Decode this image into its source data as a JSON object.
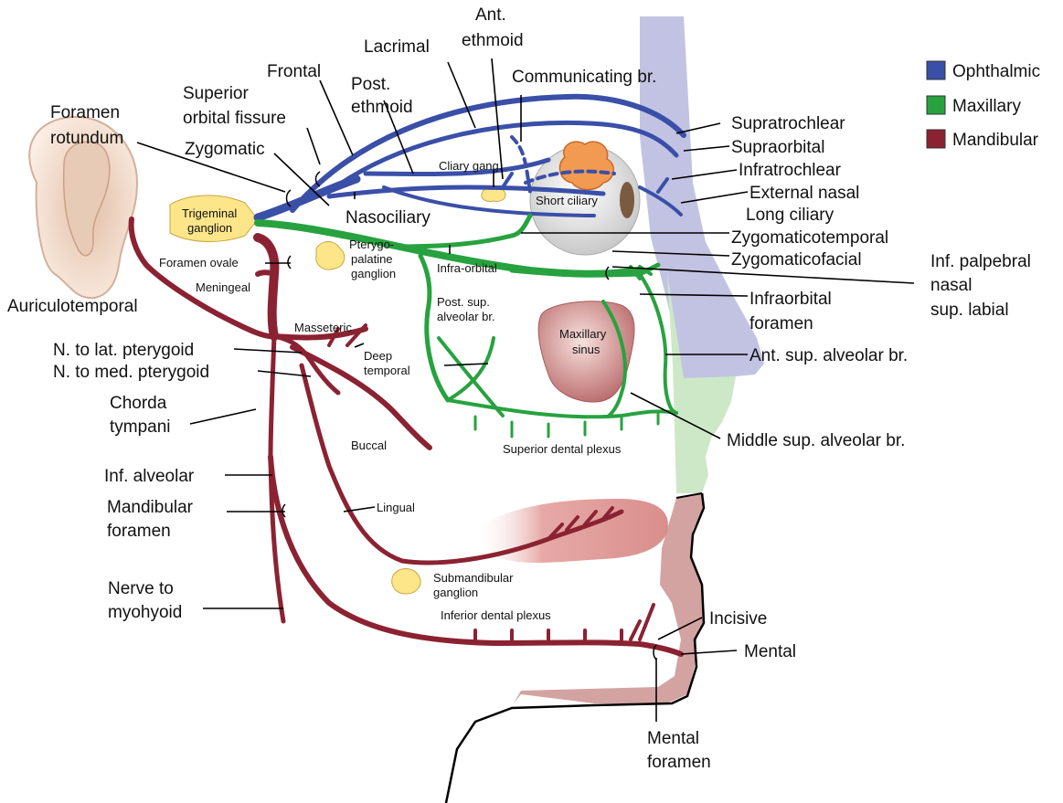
{
  "legend": [
    {
      "label": "Ophthalmic",
      "color": "#3a4fa8"
    },
    {
      "label": "Maxillary",
      "color": "#27a23f"
    },
    {
      "label": "Mandibular",
      "color": "#8b2232"
    }
  ],
  "labels": {
    "ant_ethmoid_1": "Ant.",
    "ant_ethmoid_2": "ethmoid",
    "lacrimal": "Lacrimal",
    "communicating": "Communicating br.",
    "frontal": "Frontal",
    "post_ethmoid_1": "Post.",
    "post_ethmoid_2": "ethmoid",
    "sup_orbital_fissure_1": "Superior",
    "sup_orbital_fissure_2": "orbital fissure",
    "foramen_rotundum_1": "Foramen",
    "foramen_rotundum_2": "rotundum",
    "zygomatic": "Zygomatic",
    "ciliary_gang": "Cliary gang.",
    "short_ciliary": "Short ciliary",
    "nasociliary": "Nasociliary",
    "trigeminal_1": "Trigeminal",
    "trigeminal_2": "ganglion",
    "supratrochlear": "Supratrochlear",
    "supraorbital": "Supraorbital",
    "infratrochlear": "Infratrochlear",
    "external_nasal": "External nasal",
    "long_ciliary": "Long ciliary",
    "zygomaticotemporal": "Zygomaticotemporal",
    "zygomaticofacial": "Zygomaticofacial",
    "inf_palpebral": "Inf. palpebral",
    "nasal": "nasal",
    "sup_labial": "sup. labial",
    "infraorbital_foramen_1": "Infraorbital",
    "infraorbital_foramen_2": "foramen",
    "ant_sup_alveolar": "Ant. sup. alveolar br.",
    "middle_sup_alveolar": "Middle sup. alveolar br.",
    "foramen_ovale": "Foramen ovale",
    "pterygo_1": "Pterygo-",
    "pterygo_2": "palatine",
    "pterygo_3": "ganglion",
    "infra_orbital": "Infra-orbital",
    "meningeal": "Meningeal",
    "auriculotemporal": "Auriculotemporal",
    "post_sup_alveolar_1": "Post. sup.",
    "post_sup_alveolar_2": "alveolar br.",
    "maxillary_sinus_1": "Maxillary",
    "maxillary_sinus_2": "sinus",
    "masseteric": "Masseteric",
    "deep_temporal_1": "Deep",
    "deep_temporal_2": "temporal",
    "n_lat_pterygoid": "N. to lat. pterygoid",
    "n_med_pterygoid": "N. to med. pterygoid",
    "chorda_1": "Chorda",
    "chorda_2": "tympani",
    "buccal": "Buccal",
    "superior_dental_plexus": "Superior dental plexus",
    "inf_alveolar": "Inf. alveolar",
    "mandibular_foramen_1": "Mandibular",
    "mandibular_foramen_2": "foramen",
    "lingual": "Lingual",
    "submandibular_1": "Submandibular",
    "submandibular_2": "ganglion",
    "nerve_myohyoid_1": "Nerve to",
    "nerve_myohyoid_2": "myohyoid",
    "inferior_dental_plexus": "Inferior dental plexus",
    "incisive": "Incisive",
    "mental": "Mental",
    "mental_foramen_1": "Mental",
    "mental_foramen_2": "foramen"
  }
}
